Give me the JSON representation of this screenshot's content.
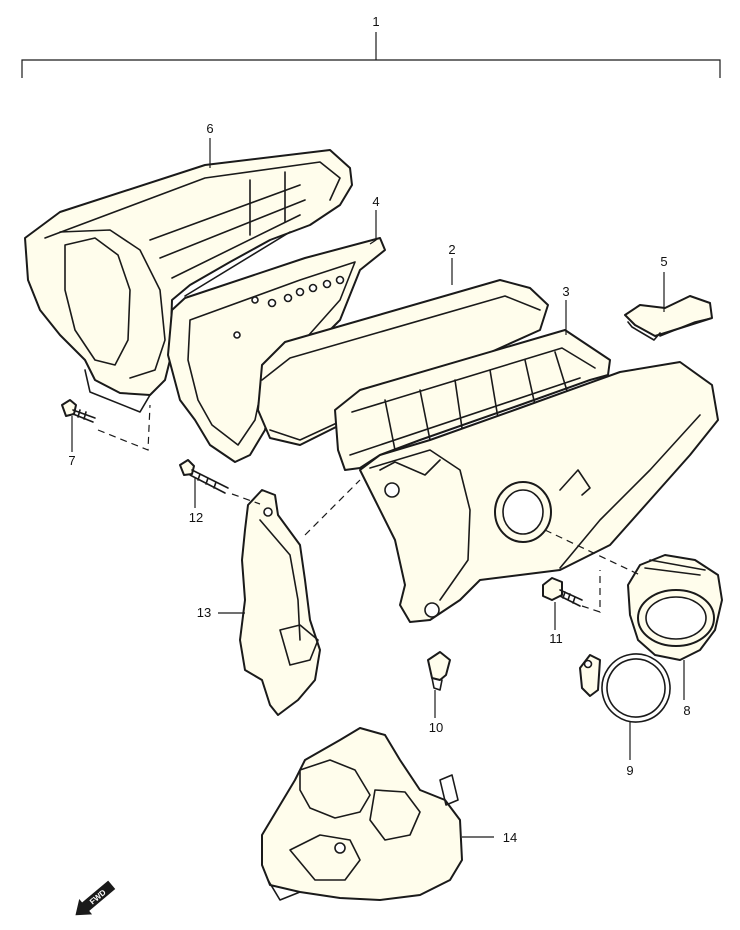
{
  "callouts": {
    "c1": "1",
    "c2": "2",
    "c3": "3",
    "c4": "4",
    "c5": "5",
    "c6": "6",
    "c7": "7",
    "c8": "8",
    "c9": "9",
    "c10": "10",
    "c11": "11",
    "c12": "12",
    "c13": "13",
    "c14": "14"
  },
  "fwd_marker": {
    "label": "FWD"
  },
  "colors": {
    "line": "#1a1a1a",
    "part_fill": "#fffdec",
    "background": "#ffffff"
  }
}
